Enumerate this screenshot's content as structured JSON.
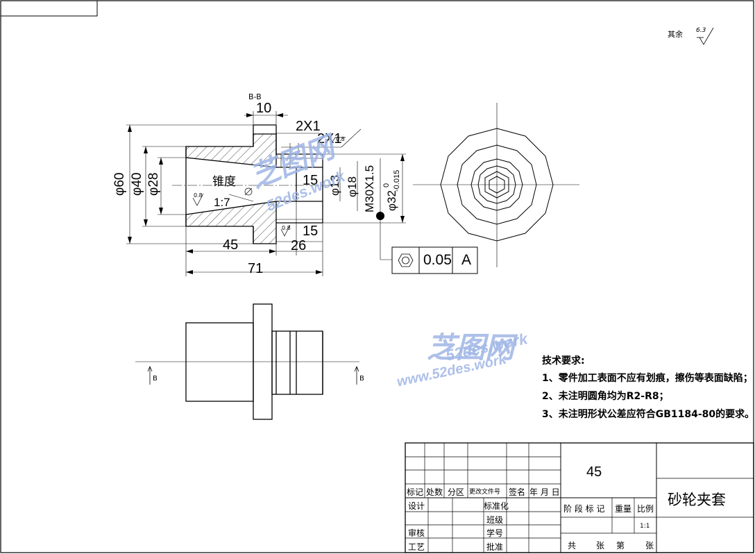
{
  "surface_finish": {
    "label": "其余",
    "value": "6.3"
  },
  "section": {
    "label": "B-B"
  },
  "dimensions": {
    "d10": "10",
    "d2x1a": "2X1",
    "d2x1b": "2X1",
    "phi60": "φ60",
    "phi40": "φ40",
    "phi28": "φ28",
    "taper_label": "锥度",
    "taper_ratio": "1:7",
    "d15a": "15",
    "phi13": "φ13",
    "phi18": "φ18",
    "thread": "M30X1.5",
    "phi32": "φ32",
    "phi32_tol_upper": "0",
    "phi32_tol_lower": "-0.015",
    "d45": "45",
    "d26": "26",
    "d15b": "15",
    "d71": "71",
    "rough_a": "0.8",
    "rough_b": "0.8",
    "rough_c": "0.8"
  },
  "tolerance_frame": {
    "value": "0.05",
    "datum": "A"
  },
  "view_markers": {
    "left": "B",
    "right": "B"
  },
  "tech_requirements": {
    "title": "技术要求:",
    "items": [
      "1、零件加工表面不应有划痕，擦伤等表面缺陷；",
      "2、未注明圆角均为R2-R8；",
      "3、未注明形状公差应符合GB1184-80的要求。"
    ]
  },
  "title_block": {
    "material": "45",
    "part_name": "砂轮夹套",
    "scale": "1:1",
    "headers": [
      "标记",
      "处数",
      "分区",
      "更改文件号",
      "签名",
      "年 月 日"
    ],
    "rows_left": [
      "设计",
      "审核",
      "工艺"
    ],
    "rows_mid": [
      "标准化",
      "班级",
      "学号",
      "批准"
    ],
    "stage_labels": [
      "阶 段 标 记",
      "重量",
      "比例"
    ],
    "sheet_labels": [
      "共",
      "张",
      "第",
      "张"
    ]
  },
  "watermark": {
    "brand": "芝图网",
    "url": "52des.work",
    "url_full": "www.52des.work"
  }
}
